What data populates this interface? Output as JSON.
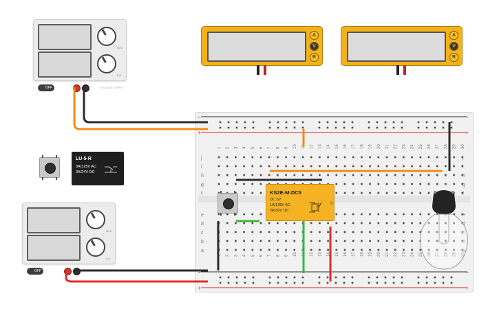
{
  "power_supply_top": {
    "switch_label": "OFF",
    "voltage_unit": "30 V",
    "current_unit": "5 A",
    "brand": "VOLTAGE SUPPLY"
  },
  "power_supply_bottom": {
    "switch_label": "OFF",
    "voltage_unit": "30 V",
    "current_unit": "5 A"
  },
  "multimeters": [
    {
      "buttons": [
        "A",
        "V",
        "R"
      ]
    },
    {
      "buttons": [
        "A",
        "V",
        "R"
      ]
    }
  ],
  "relay_black": {
    "title": "LU-5-R",
    "line1": "3A/125V AC",
    "line2": "3A/24V  DC"
  },
  "relay_yellow": {
    "title": "KS2E-M-DC5",
    "line1": "DC 5V",
    "line2": "1A/125V AC",
    "line3": "2A/30V  DC"
  },
  "breadboard": {
    "rail_plus": "+",
    "rail_minus": "−",
    "row_letters_top": [
      "j",
      "i",
      "h",
      "g",
      "f"
    ],
    "row_letters_bottom": [
      "e",
      "d",
      "c",
      "b",
      "a"
    ],
    "columns": 30
  },
  "colors": {
    "wire_orange": "#f28c12",
    "wire_black": "#2a2a2a",
    "wire_red": "#e52a2a",
    "wire_green": "#3bb33b",
    "rail_red": "#d22",
    "multimeter_body": "#f3b21a"
  }
}
